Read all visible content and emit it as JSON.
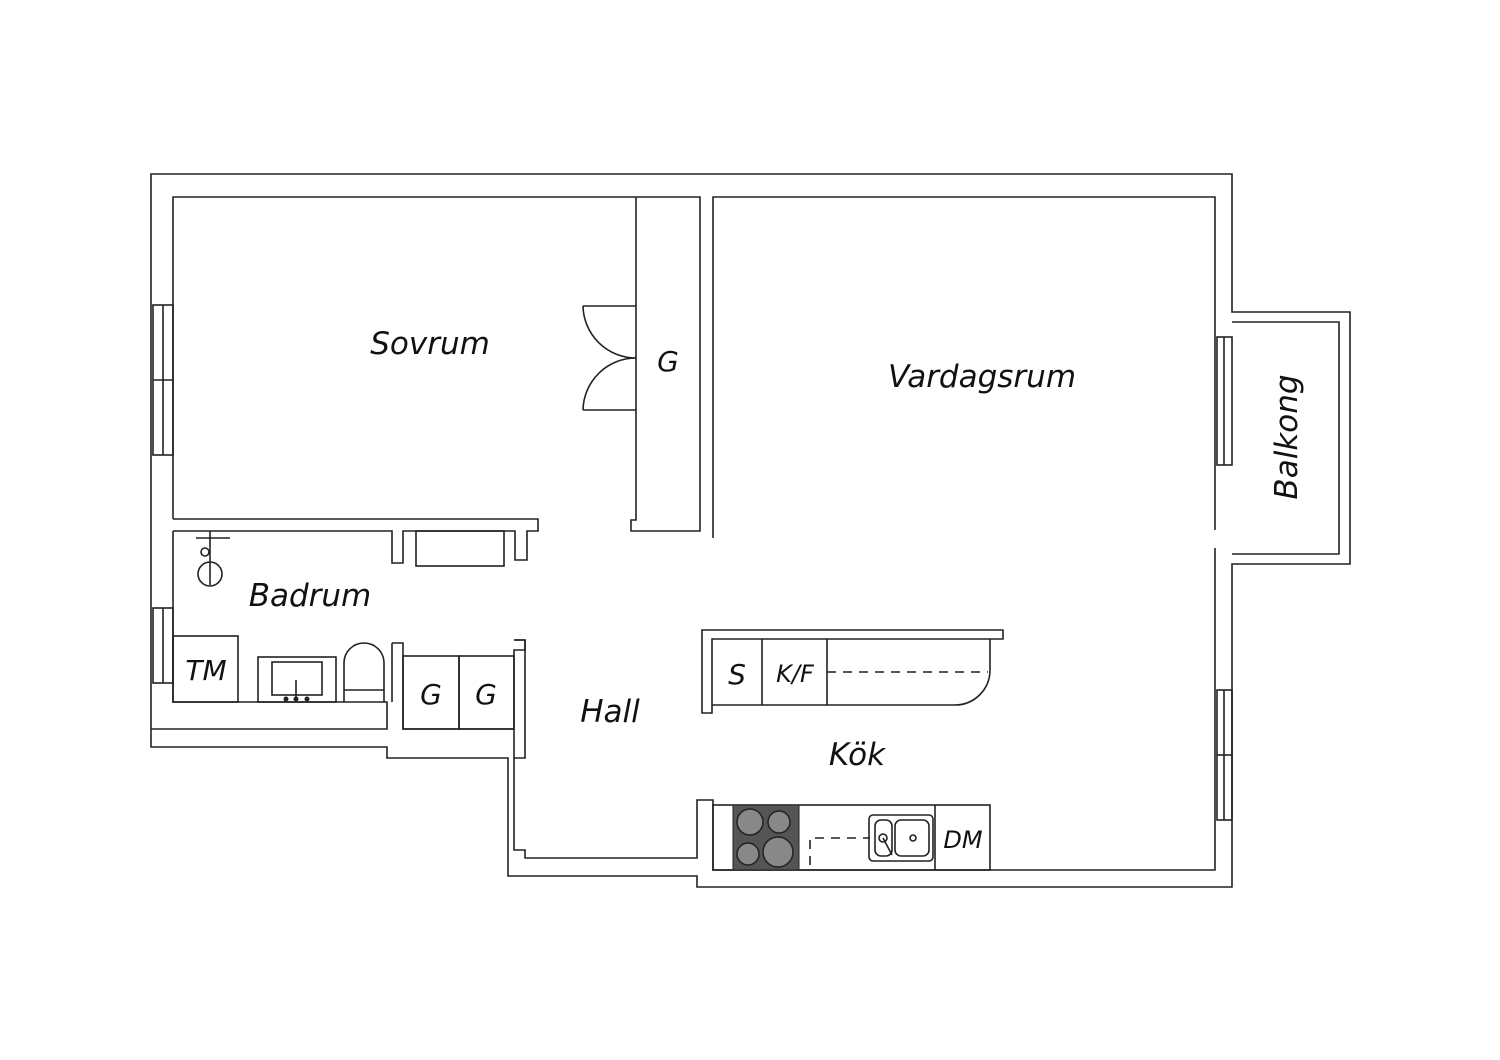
{
  "rooms": {
    "sovrum": "Sovrum",
    "vardagsrum": "Vardagsrum",
    "balkong": "Balkong",
    "badrum": "Badrum",
    "hall": "Hall",
    "kok": "Kök"
  },
  "fixtures": {
    "wardrobe_bedroom": "G",
    "wardrobe_hall_1": "G",
    "wardrobe_hall_2": "G",
    "washing_machine": "TM",
    "freezer": "S",
    "fridge_freezer": "K/F",
    "dishwasher": "DM"
  },
  "colors": {
    "line": "#222222",
    "stove": "#555555",
    "burner": "#888888"
  }
}
